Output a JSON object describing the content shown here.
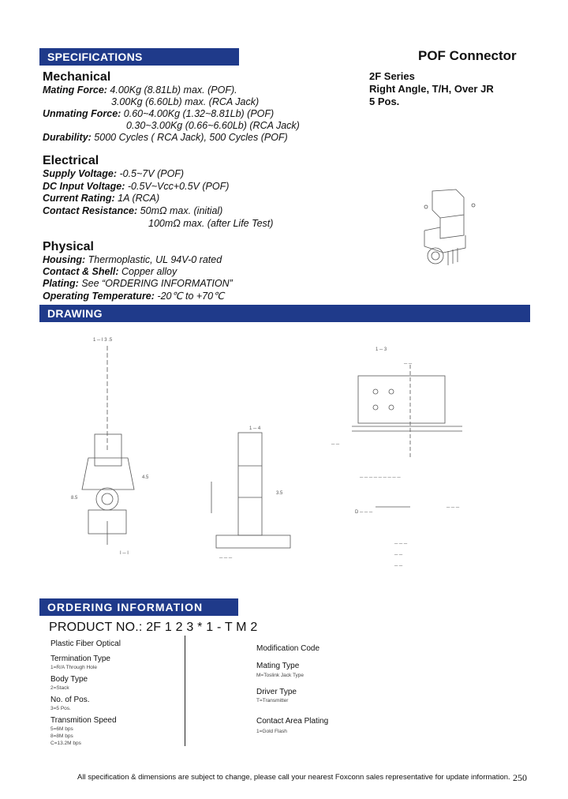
{
  "header": {
    "spec_bar": "SPECIFICATIONS",
    "title": "POF Connector",
    "series": [
      "2F Series",
      "Right Angle, T/H, Over JR",
      "5 Pos."
    ]
  },
  "mechanical": {
    "heading": "Mechanical",
    "mating_label": "Mating Force:",
    "mating_1": " 4.00Kg (8.81Lb) max. (POF).",
    "mating_2": "3.00Kg (6.60Lb) max. (RCA Jack)",
    "unmating_label": "Unmating Force:",
    "unmating_1": " 0.60~4.00Kg (1.32~8.81Lb) (POF)",
    "unmating_2": "0.30~3.00Kg (0.66~6.60Lb) (RCA Jack)",
    "durability_label": "Durability:",
    "durability": " 5000 Cycles ( RCA Jack), 500 Cycles (POF)"
  },
  "electrical": {
    "heading": "Electrical",
    "supply_label": "Supply Voltage:",
    "supply": " -0.5~7V (POF)",
    "dc_label": "DC Input Voltage:",
    "dc": " -0.5V~Vcc+0.5V (POF)",
    "current_label": "Current Rating:",
    "current": " 1A (RCA)",
    "contact_label": "Contact Resistance:",
    "contact_1": " 50mΩ max. (initial)",
    "contact_2": "100mΩ max. (after Life Test)"
  },
  "physical": {
    "heading": "Physical",
    "housing_label": "Housing:",
    "housing": " Thermoplastic, UL 94V-0 rated",
    "shell_label": "Contact & Shell:",
    "shell": " Copper alloy",
    "plating_label": "Plating:",
    "plating": " See “ORDERING INFORMATION”",
    "temp_label": "Operating Temperature:",
    "temp": " -20℃ to +70℃"
  },
  "drawing": {
    "bar": "DRAWING"
  },
  "ordering": {
    "bar": "ORDERING  INFORMATION",
    "product": "PRODUCT NO.: 2F 1 2 3  *  1 - T M 2",
    "left": [
      {
        "label": "Plastic Fiber Optical",
        "sub": []
      },
      {
        "label": "Termination Type",
        "sub": [
          "1=R/A Through Hole"
        ]
      },
      {
        "label": "Body Type",
        "sub": [
          "2=Stack"
        ]
      },
      {
        "label": "No. of  Pos.",
        "sub": [
          "3=5 Pos."
        ]
      },
      {
        "label": "Transmition Speed",
        "sub": [
          "5=6M bps",
          "8=8M bps",
          "C=13.2M bps"
        ]
      }
    ],
    "right": [
      {
        "label": "Modification Code",
        "sub": []
      },
      {
        "label": "Mating Type",
        "sub": [
          "M=Toslink Jack Type"
        ]
      },
      {
        "label": "Driver Type",
        "sub": [
          "T=Transmitter"
        ]
      },
      {
        "label": "Contact Area Plating",
        "sub": [
          "1=Gold Flash"
        ]
      }
    ]
  },
  "footer": {
    "note": "All specification & dimensions are subject to change, please call your nearest Foxconn sales representative for update information.",
    "page": "250"
  }
}
